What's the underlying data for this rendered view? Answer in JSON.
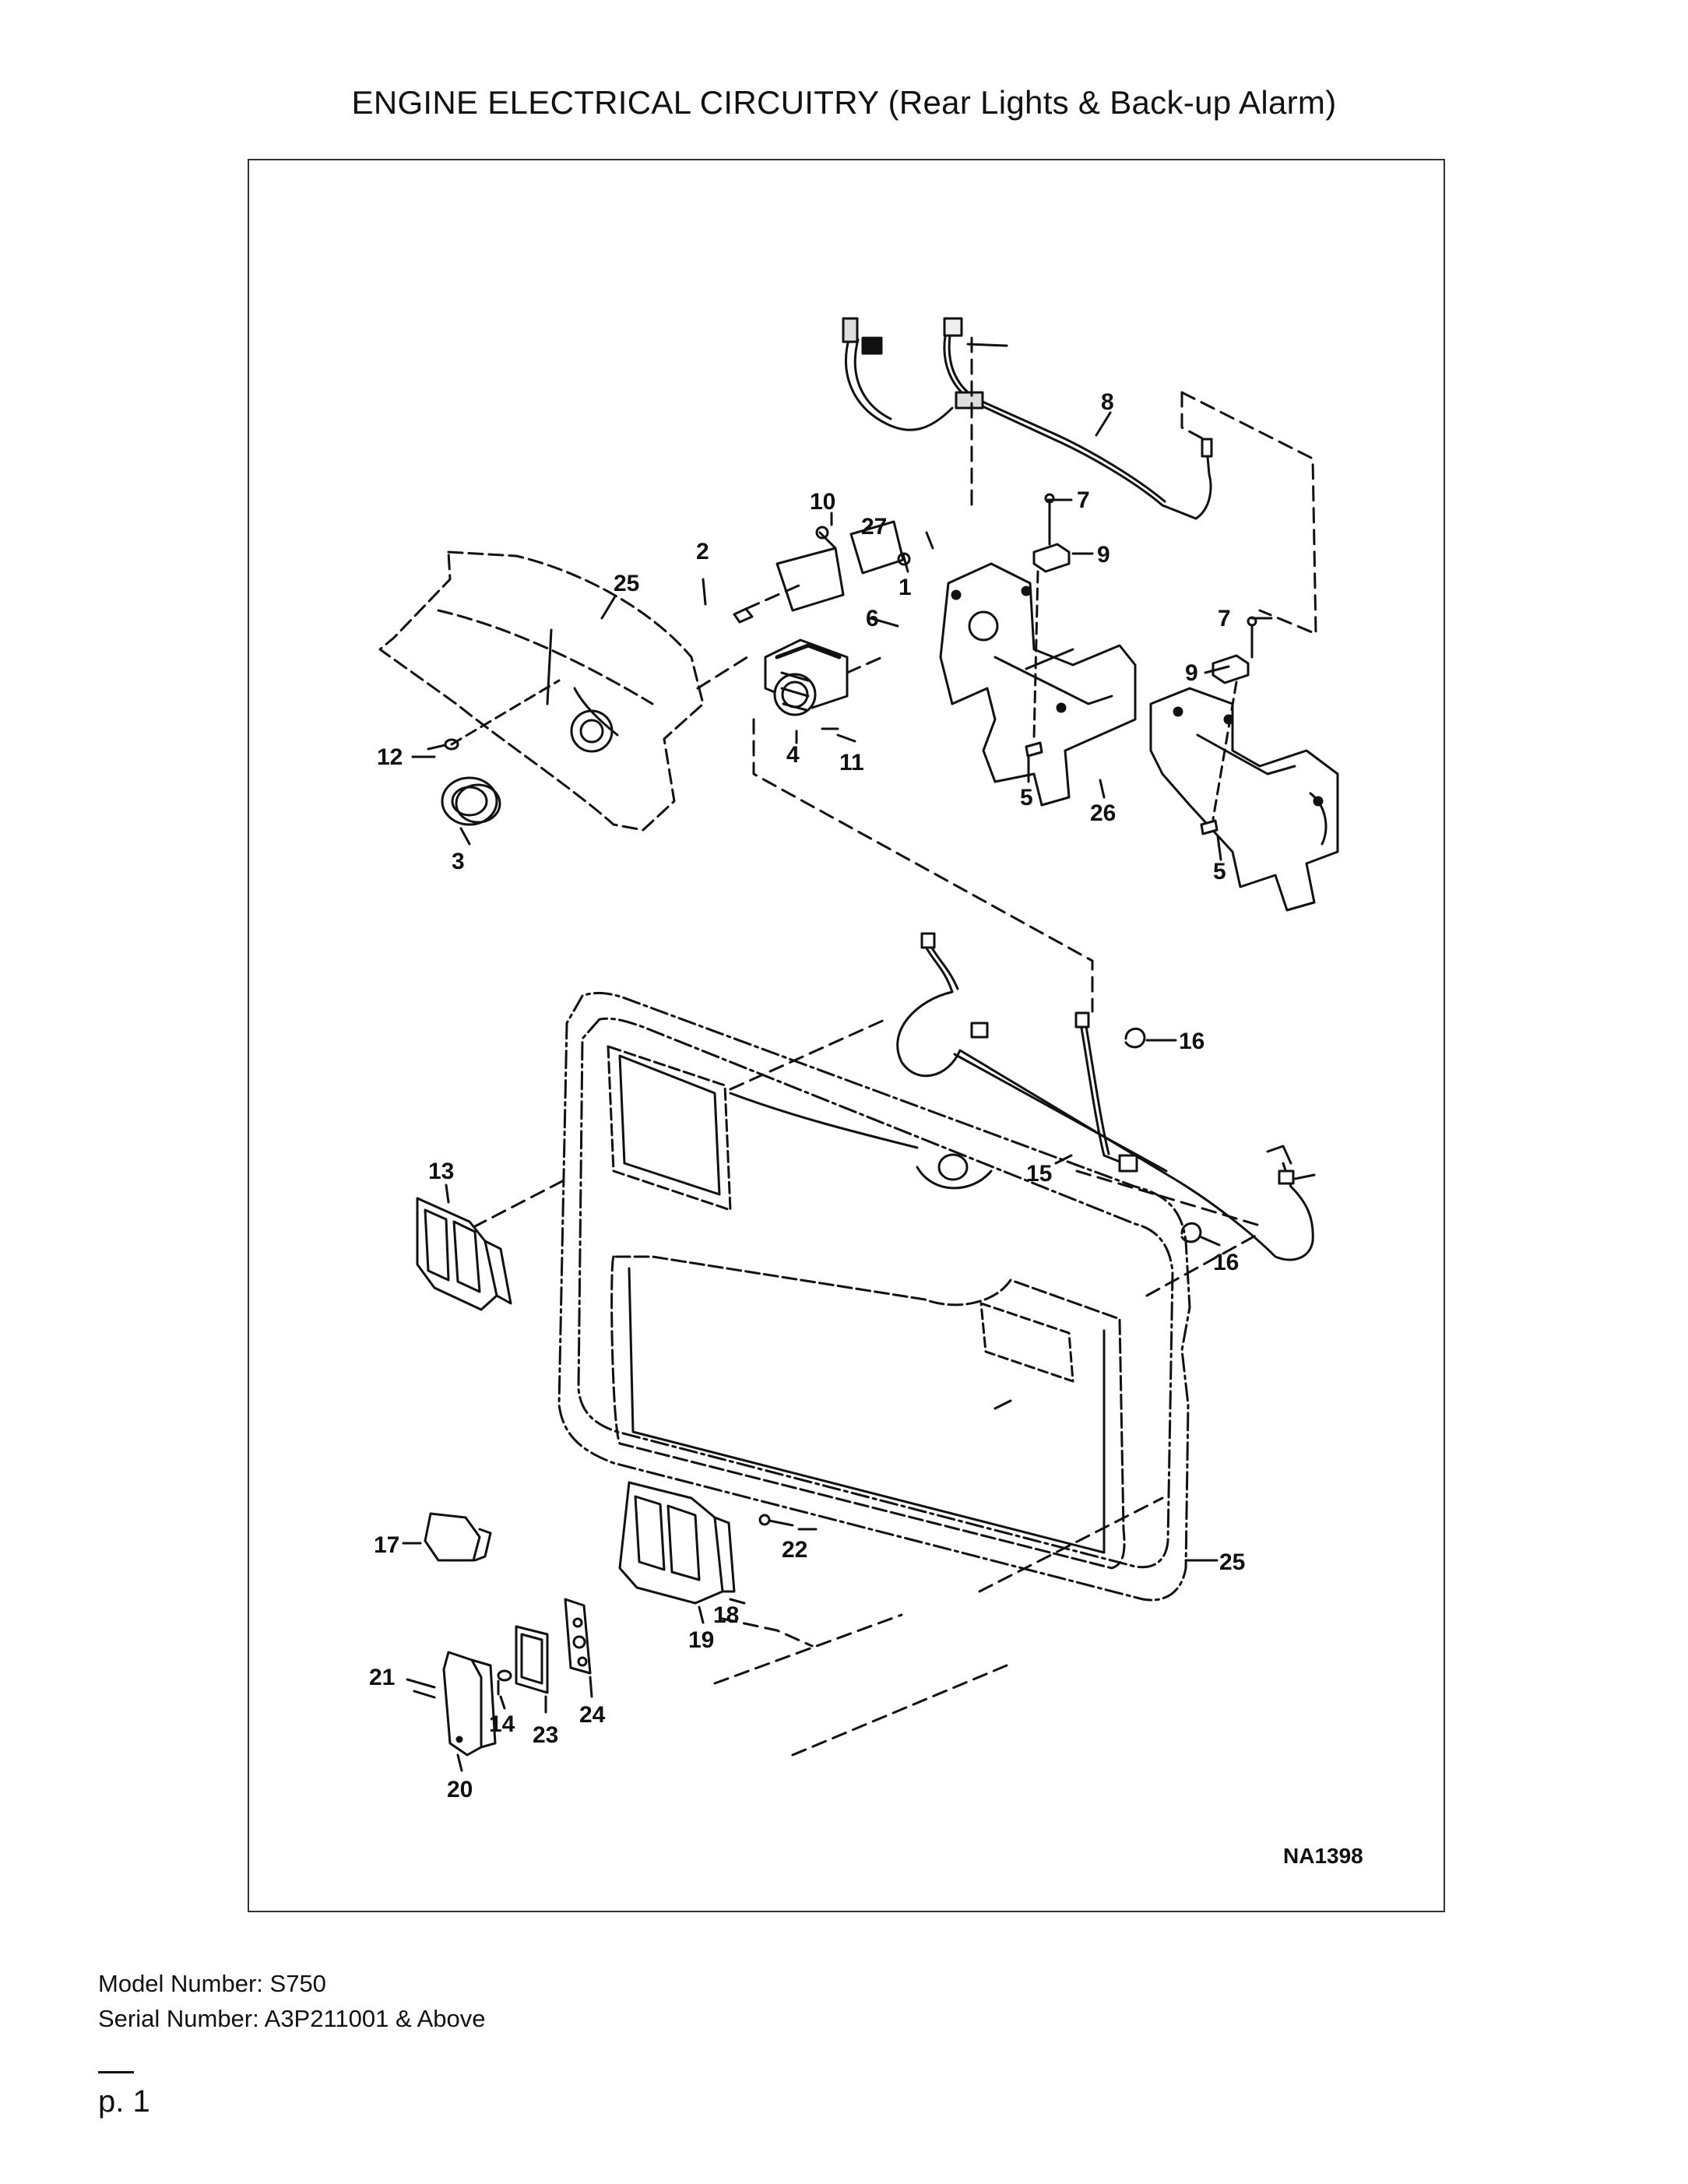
{
  "title": "ENGINE ELECTRICAL CIRCUITRY (Rear Lights & Back-up Alarm)",
  "figure_id": "NA1398",
  "model_line": "Model Number: S750",
  "serial_line": "Serial Number: A3P211001 & Above",
  "page_label": "p. 1",
  "callouts": {
    "c8": "8",
    "c10": "10",
    "c27": "27",
    "c7a": "7",
    "c9a": "9",
    "c2": "2",
    "c25a": "25",
    "c1": "1",
    "c6": "6",
    "c7b": "7",
    "c9b": "9",
    "c12": "12",
    "c4": "4",
    "c11": "11",
    "c5a": "5",
    "c26": "26",
    "c3": "3",
    "c5b": "5",
    "c16a": "16",
    "c13": "13",
    "c15": "15",
    "c16b": "16",
    "c17": "17",
    "c22": "22",
    "c25b": "25",
    "c18": "18",
    "c19": "19",
    "c21": "21",
    "c14": "14",
    "c23": "23",
    "c24": "24",
    "c20": "20"
  }
}
